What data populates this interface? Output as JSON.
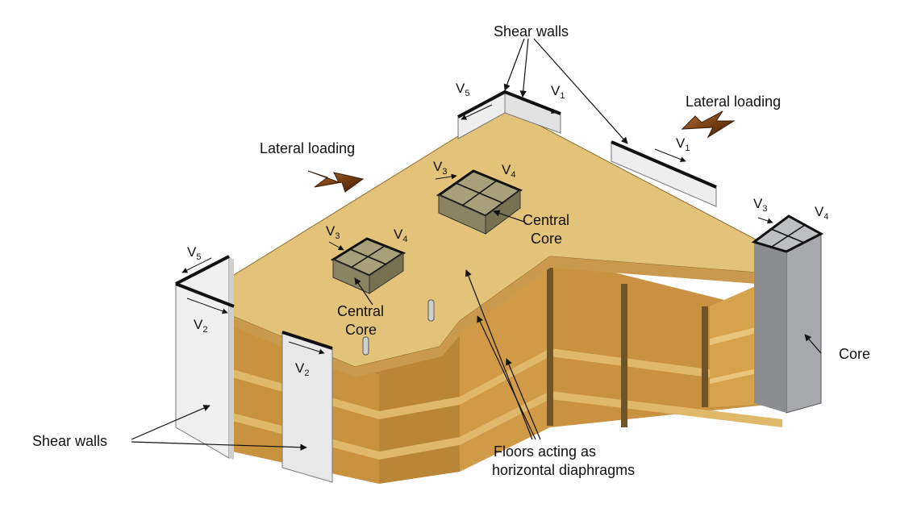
{
  "labels": {
    "shear_walls_top": "Shear walls",
    "shear_walls_bottom": "Shear walls",
    "lateral_loading_left": "Lateral loading",
    "lateral_loading_right": "Lateral loading",
    "central_core_upper_1": "Central",
    "central_core_upper_2": "Core",
    "central_core_lower_1": "Central",
    "central_core_lower_2": "Core",
    "core": "Core",
    "floors_line1": "Floors acting as",
    "floors_line2": "horizontal diaphragms"
  },
  "forces": {
    "v_letter": "V",
    "sub1": "1",
    "sub2": "2",
    "sub3": "3",
    "sub4": "4",
    "sub5": "5"
  },
  "colors": {
    "slab_top": "#e3c27a",
    "slab_edge": "#c99a4e",
    "wall_light": "#eeeeee",
    "core_grey": "#a6a8ab",
    "arrow_brown": "#6b3a14"
  }
}
